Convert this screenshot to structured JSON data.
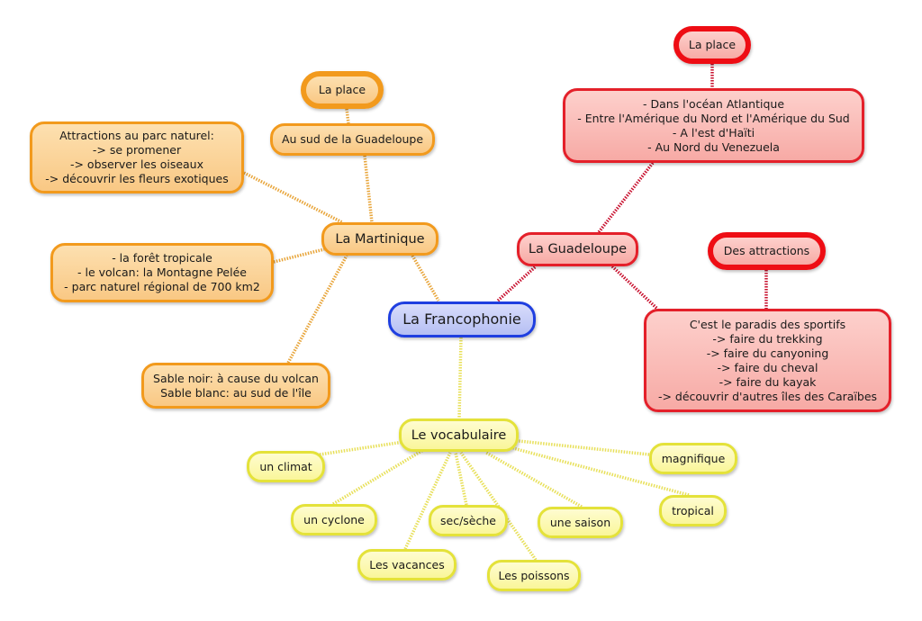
{
  "central": {
    "label": "La Francophonie"
  },
  "martinique": {
    "label": "La Martinique",
    "place_title": "La place",
    "place_detail": "Au sud de la Guadeloupe",
    "attractions": "Attractions au parc naturel:\n-> se promener\n-> observer les oiseaux\n-> découvrir les fleurs exotiques",
    "nature": "- la forêt tropicale\n- le volcan: la Montagne Pelée\n- parc naturel régional de 700 km2",
    "sable": "Sable noir: à cause du volcan\nSable blanc: au sud de l'île"
  },
  "guadeloupe": {
    "label": "La Guadeloupe",
    "place_title": "La place",
    "place_detail": "- Dans l'océan Atlantique\n- Entre l'Amérique du Nord et l'Amérique du Sud\n- A l'est d'Haïti\n- Au Nord du Venezuela",
    "attractions_title": "Des attractions",
    "attractions_detail": "C'est le paradis des sportifs\n-> faire du trekking\n-> faire du canyoning\n-> faire du cheval\n-> faire du kayak\n-> découvrir d'autres îles des Caraïbes"
  },
  "vocabulaire": {
    "label": "Le vocabulaire",
    "words": [
      "un climat",
      "un cyclone",
      "Les vacances",
      "sec/sèche",
      "Les poissons",
      "une saison",
      "tropical",
      "magnifique"
    ]
  },
  "colors": {
    "orange_link": "#e8a53a",
    "red_link": "#c8102e",
    "yellow_link": "#e8e05a"
  }
}
